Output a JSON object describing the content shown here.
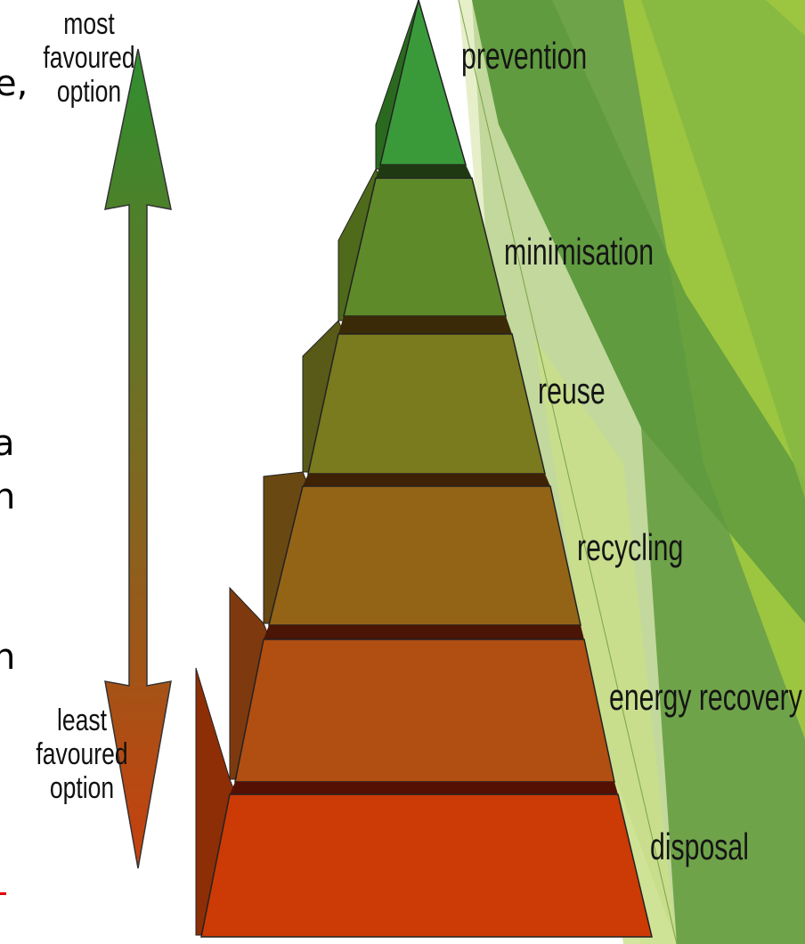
{
  "arrow": {
    "top_label": [
      "most",
      "favoured",
      "option"
    ],
    "bottom_label": [
      "least",
      "favoured",
      "option"
    ],
    "top_color": "#2f8f2f",
    "bottom_color": "#c8400e"
  },
  "hierarchy": {
    "levels": [
      {
        "label": "prevention",
        "color": "#3a9a3a"
      },
      {
        "label": "minimisation",
        "color": "#5e8a2a"
      },
      {
        "label": "reuse",
        "color": "#7a7a1e"
      },
      {
        "label": "recycling",
        "color": "#946416"
      },
      {
        "label": "energy recovery",
        "color": "#b14e12"
      },
      {
        "label": "disposal",
        "color": "#cc3a05"
      }
    ]
  },
  "clipped_text": [
    "e,",
    "a",
    "n",
    "n"
  ],
  "theme": {
    "green_light": "#9bc53d",
    "green_dark": "#5e9a3c"
  }
}
